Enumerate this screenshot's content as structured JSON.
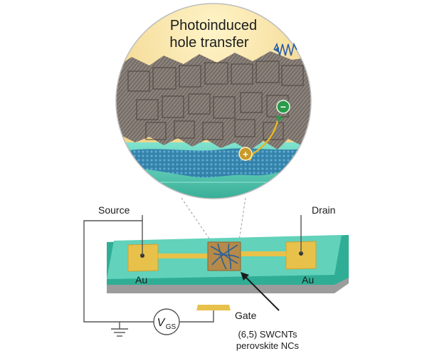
{
  "zoom_view": {
    "title_line1": "Photoinduced",
    "title_line2": "hole transfer",
    "electron_symbol": "−",
    "hole_symbol": "+",
    "illumination_icon": "wavy-light-arrow-icon"
  },
  "device": {
    "source_label": "Source",
    "drain_label": "Drain",
    "au_left": "Au",
    "au_right": "Au",
    "gate_label": "Gate",
    "voltage_symbol": "V",
    "voltage_subscript": "GS",
    "channel_label_line1": "(6,5) SWCNTs",
    "channel_label_line2": "perovskite NCs",
    "ground_icon": "ground-symbol-icon"
  },
  "colors": {
    "substrate_teal": "#3fbfa6",
    "substrate_top": "#5fd4bb",
    "gold_electrode": "#e8c14a",
    "nanotube_blue": "#2b6f9e",
    "perovskite_gray": "#7d746d",
    "electron_green": "#2a9a4a",
    "hole_gold": "#c79a2a",
    "wire_gray": "#555555"
  }
}
